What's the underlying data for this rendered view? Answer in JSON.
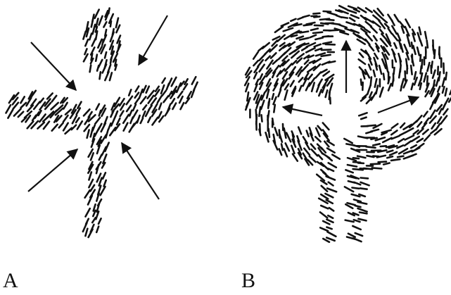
{
  "figure": {
    "panels": [
      {
        "label": "A",
        "arrow_direction": "inward"
      },
      {
        "label": "B",
        "arrow_direction": "outward"
      }
    ],
    "colors": {
      "ink": "#111111",
      "background": "#ffffff"
    }
  }
}
